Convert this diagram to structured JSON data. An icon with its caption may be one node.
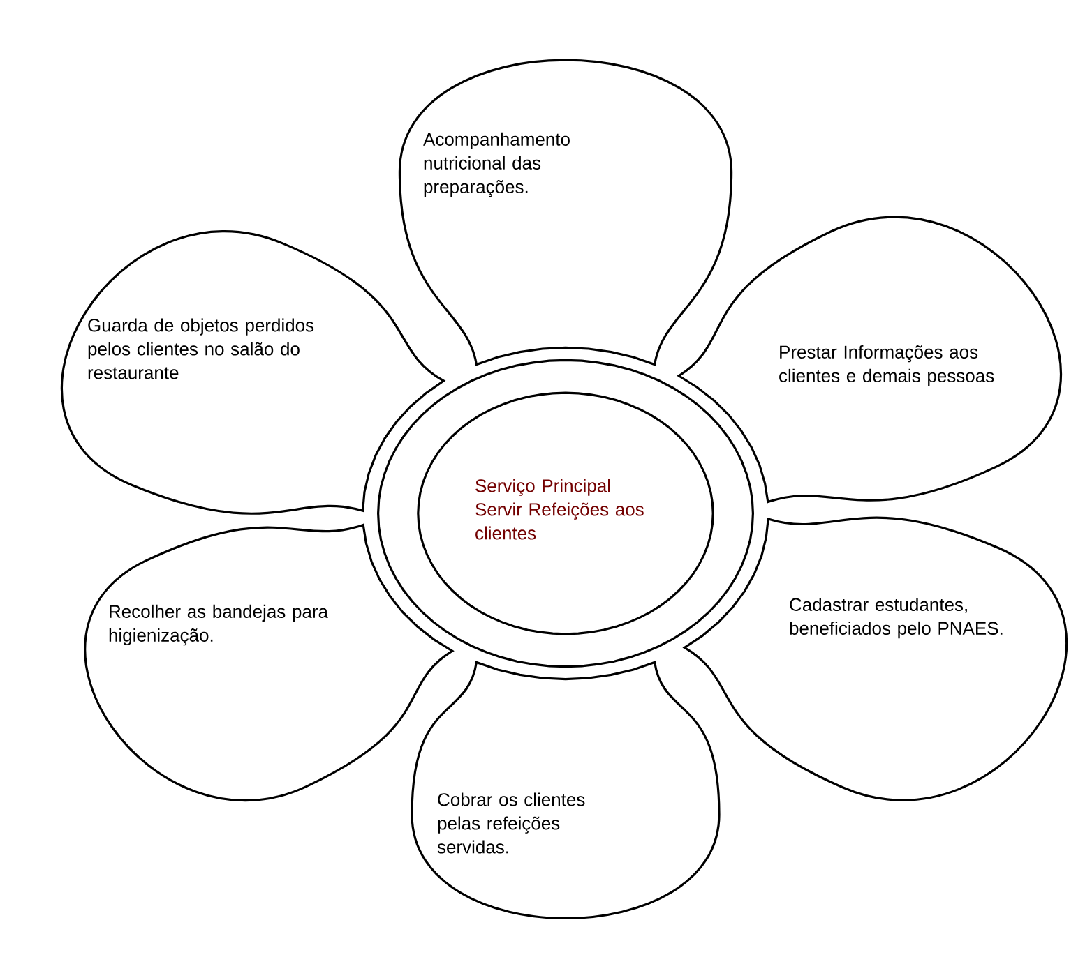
{
  "diagram": {
    "nodes": [
      {
        "text": [
          "Acompanhamento nutricional das preparações."
        ]
      },
      {
        "text": [
          "Guarda de objetos perdidos pelos clientes no salão do restaurante"
        ]
      },
      {
        "text": [
          "Prestar Informações aos clientes e demais pessoas"
        ]
      },
      {
        "text": [
          "Serviço Principal",
          "Servir Refeições aos clientes"
        ]
      },
      {
        "text": [
          "Cadastrar estudantes, beneficiados pelo PNAES."
        ]
      },
      {
        "text": [
          "Recolher as bandejas para higienização."
        ]
      },
      {
        "text": [
          "Cobrar os clientes pelas refeições servidas."
        ]
      }
    ]
  }
}
